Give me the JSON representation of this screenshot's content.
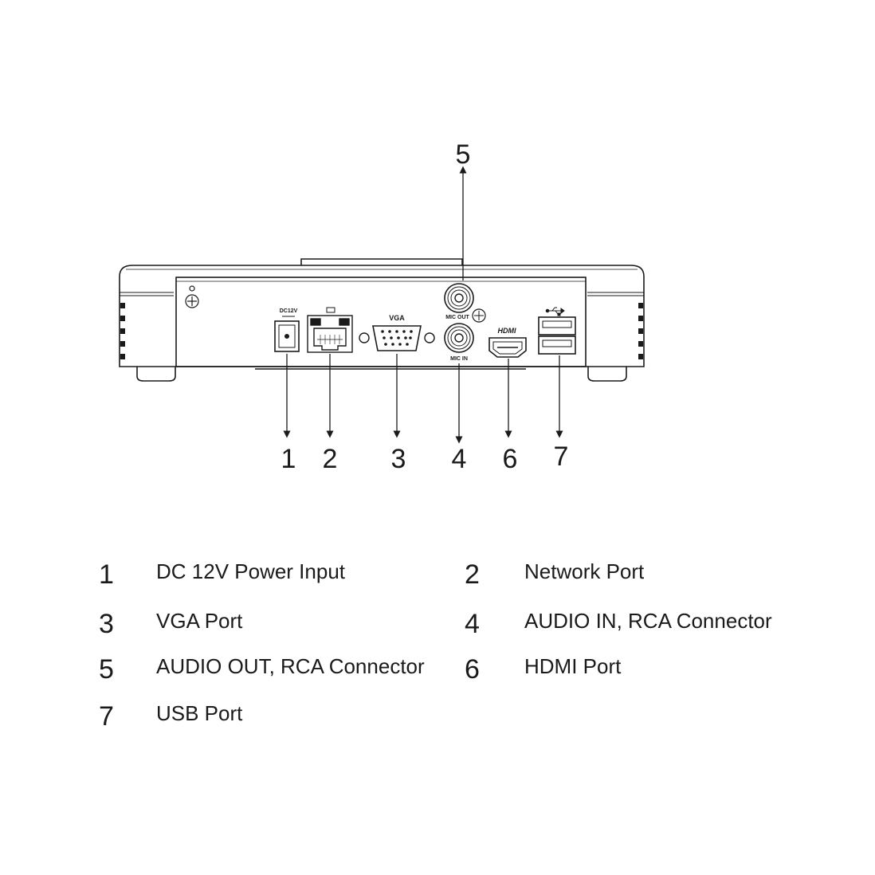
{
  "panel": {
    "dc_label": "DC12V",
    "vga_label": "VGA",
    "mic_out_label": "MIC OUT",
    "mic_in_label": "MIC IN",
    "hdmi_label": "HDMI"
  },
  "callouts": [
    "1",
    "2",
    "3",
    "4",
    "5",
    "6",
    "7"
  ],
  "legend": [
    {
      "num": "1",
      "text": "DC 12V Power Input"
    },
    {
      "num": "2",
      "text": "Network Port"
    },
    {
      "num": "3",
      "text": "VGA Port"
    },
    {
      "num": "4",
      "text": "AUDIO IN, RCA Connector"
    },
    {
      "num": "5",
      "text": "AUDIO OUT, RCA Connector"
    },
    {
      "num": "6",
      "text": "HDMI Port"
    },
    {
      "num": "7",
      "text": "USB Port"
    }
  ]
}
